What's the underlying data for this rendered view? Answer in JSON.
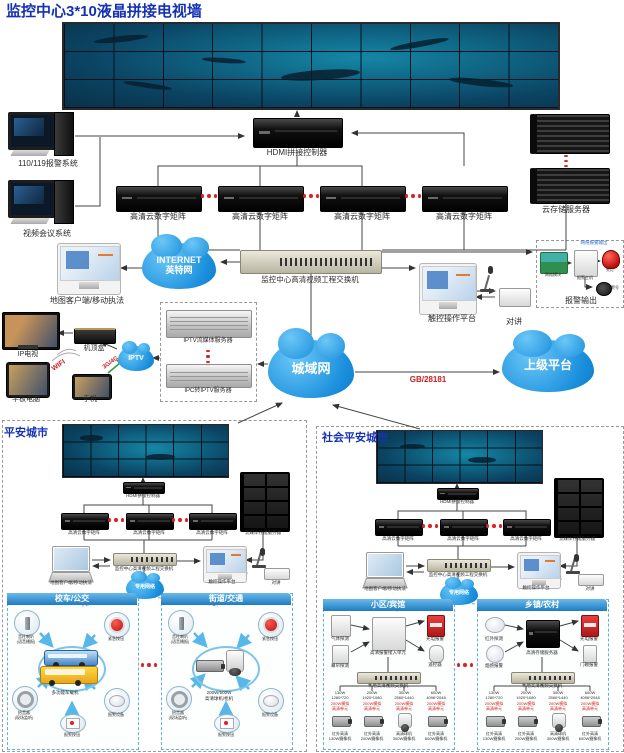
{
  "title": "监控中心3*10液晶拼接电视墙",
  "top": {
    "alarm_pc": "110/119报警系统",
    "conf_pc": "视频会议系统",
    "hdmi": "HDMI拼接控制器",
    "matrix": "高清云数字矩阵",
    "storage": "云存储服务器"
  },
  "mid": {
    "internet1": "INTERNET",
    "internet2": "英特网",
    "map_client": "地图客户端/移动执法",
    "switch": "监控中心高清视频工程交换机",
    "touch": "触控操作平台",
    "intercom": "对讲",
    "man": "城域网",
    "gb": "GB/28181",
    "upper": "上级平台",
    "alarm": {
      "note": "网络报警输出",
      "module": "网络模块",
      "host": "报警主机",
      "light": "警灯",
      "horn": "警号",
      "label": "报警输出"
    },
    "iptv": {
      "tv": "IP电视",
      "stb": "机顶盒",
      "pad": "平板电脑",
      "phone": "手机",
      "wifi": "WIFI",
      "g": "3G/4G",
      "cloud": "IPTV",
      "s1": "IPTV流媒体服务器",
      "s2": "IPC转IPTV服务器"
    }
  },
  "common": {
    "hdmi": "HDMI拼接控制器",
    "matrix": "高清云数字矩阵",
    "storage": "流媒体存储服务器",
    "switch": "监控中心高清视频工程交换机",
    "map_client": "地图客户端/移动执法",
    "touch": "触控操作平台",
    "intercom": "对讲",
    "cloud": "专用网络"
  },
  "sections": [
    {
      "title": "平安城市"
    },
    {
      "title": "社会平安城市"
    }
  ],
  "radial": [
    {
      "title": "校车/公交",
      "tl1": "音柱喇叭",
      "tl2": "(语音播报)",
      "tr": "紧急按钮",
      "bl1": "拾音器",
      "bl2": "(现场监听)",
      "br": "报警设备",
      "bc": "报警按钮",
      "c1": "多功能车载机",
      "c2": ""
    },
    {
      "title": "街道/交通",
      "tl1": "音柱喇叭",
      "tl2": "(语音播报)",
      "tr": "紧急按钮",
      "bl1": "拾音器",
      "bl2": "(现场监听)",
      "br": "报警设备",
      "bc": "报警按钮",
      "c1": "200W/500W",
      "c2": "高清球机/枪机"
    }
  ],
  "grid": [
    {
      "title": "小区/宾馆",
      "l1": "气体探测",
      "l2": "幕帘探测",
      "center": "高清报警接入单元",
      "r1": "光电报警",
      "r2": "遥控器",
      "switch": "本地高清视频交换机"
    },
    {
      "title": "乡镇/农村",
      "l1": "红外探测",
      "l2": "烟感报警",
      "center": "高清存储服务器",
      "r1": "光电报警",
      "r2": "门磁报警",
      "switch": "本地高清视频交换机"
    }
  ],
  "columns": [
    {
      "mp": "130W",
      "res": "1280*720",
      "red1": "200W模拟",
      "red2": "高清单元",
      "n1": "红外高清",
      "n2": "130W摄像机"
    },
    {
      "mp": "200W",
      "res": "1920*1080",
      "red1": "200W模拟",
      "red2": "高清单元",
      "n1": "红外高清",
      "n2": "200W摄像机"
    },
    {
      "mp": "300W",
      "res": "2560*1440",
      "red1": "200W模拟",
      "red2": "高清单元",
      "n1": "高清球机",
      "n2": "300W摄像机"
    },
    {
      "mp": "600W",
      "res": "4096*2048",
      "red1": "200W模拟",
      "red2": "高清单元",
      "n1": "红外高清",
      "n2": "600W摄像机"
    }
  ]
}
